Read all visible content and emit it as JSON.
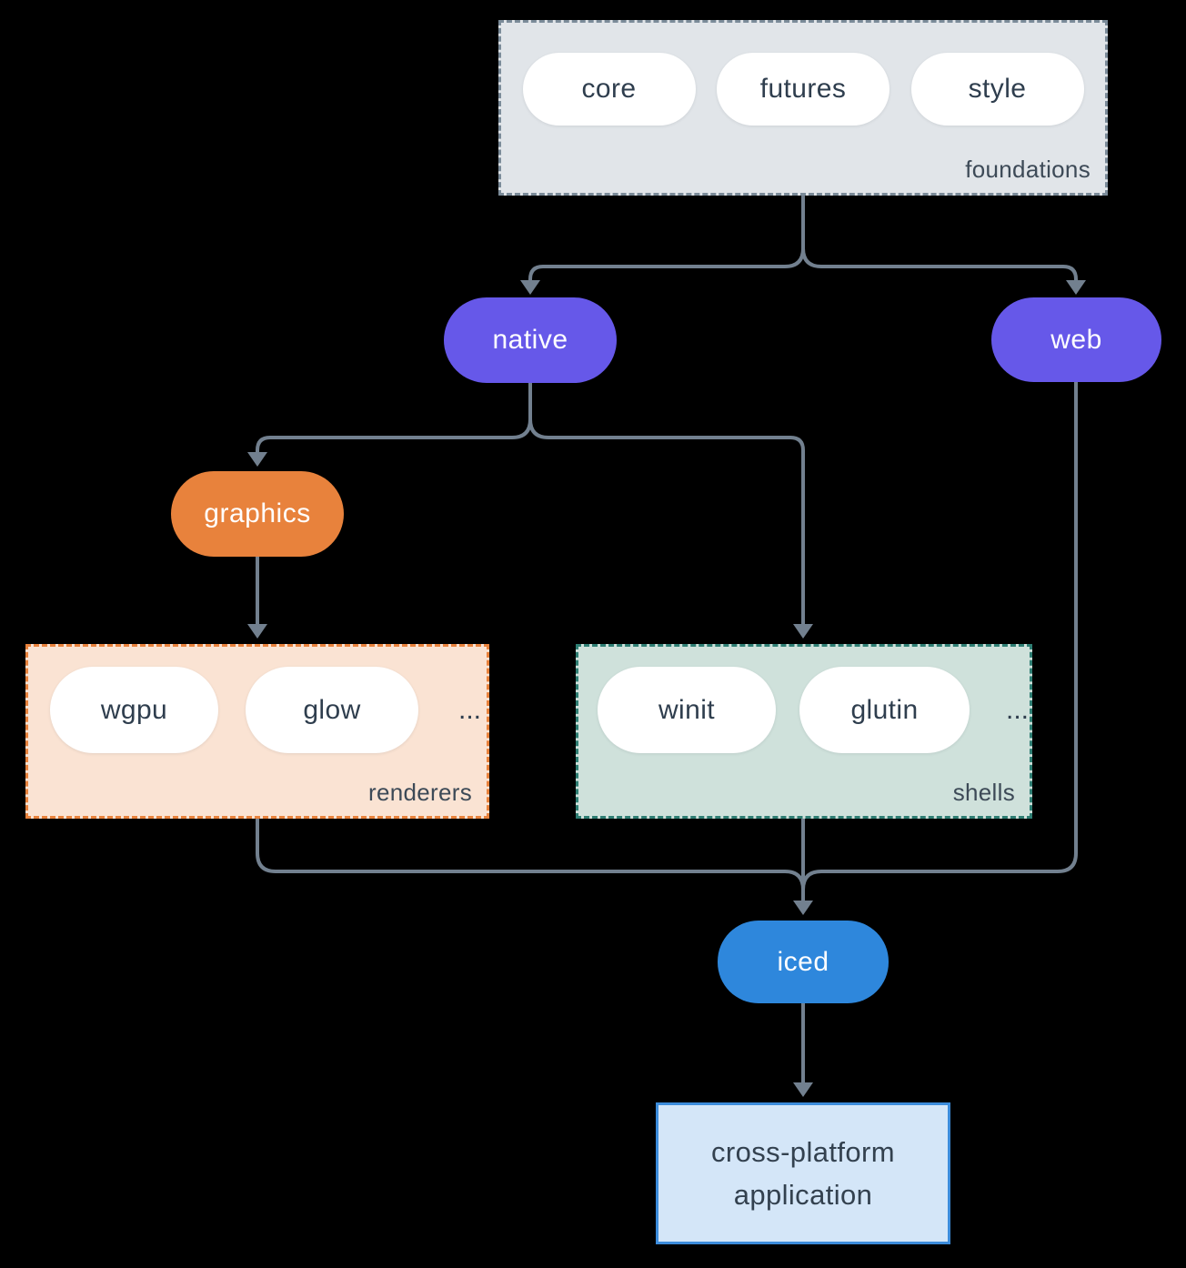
{
  "diagram": {
    "colors": {
      "background": "#000000",
      "connector": "#72808f",
      "node_purple": "#6658e9",
      "node_orange": "#e8823c",
      "node_blue": "#2e87dc",
      "foundations_bg": "#e1e5e9",
      "foundations_border": "#7b8b99",
      "renderers_bg": "#fae3d3",
      "renderers_border": "#e8823c",
      "shells_bg": "#cfe1db",
      "shells_border": "#2e7e73",
      "application_bg": "#d4e6f8",
      "application_border": "#3c8cdb",
      "text_dark": "#2f3e4e",
      "text_light": "#ffffff"
    },
    "groups": {
      "foundations": {
        "label": "foundations",
        "items": [
          {
            "label": "core"
          },
          {
            "label": "futures"
          },
          {
            "label": "style"
          }
        ]
      },
      "renderers": {
        "label": "renderers",
        "items": [
          {
            "label": "wgpu"
          },
          {
            "label": "glow"
          }
        ],
        "ellipsis": "..."
      },
      "shells": {
        "label": "shells",
        "items": [
          {
            "label": "winit"
          },
          {
            "label": "glutin"
          }
        ],
        "ellipsis": "..."
      }
    },
    "nodes": {
      "native": {
        "label": "native"
      },
      "web": {
        "label": "web"
      },
      "graphics": {
        "label": "graphics"
      },
      "iced": {
        "label": "iced"
      },
      "application": {
        "line1": "cross-platform",
        "line2": "application"
      }
    },
    "edges": [
      {
        "from": "foundations",
        "to": "native"
      },
      {
        "from": "foundations",
        "to": "web"
      },
      {
        "from": "native",
        "to": "graphics"
      },
      {
        "from": "native",
        "to": "shells"
      },
      {
        "from": "graphics",
        "to": "renderers"
      },
      {
        "from": "renderers",
        "to": "iced"
      },
      {
        "from": "shells",
        "to": "iced"
      },
      {
        "from": "web",
        "to": "iced"
      },
      {
        "from": "iced",
        "to": "application"
      }
    ]
  }
}
